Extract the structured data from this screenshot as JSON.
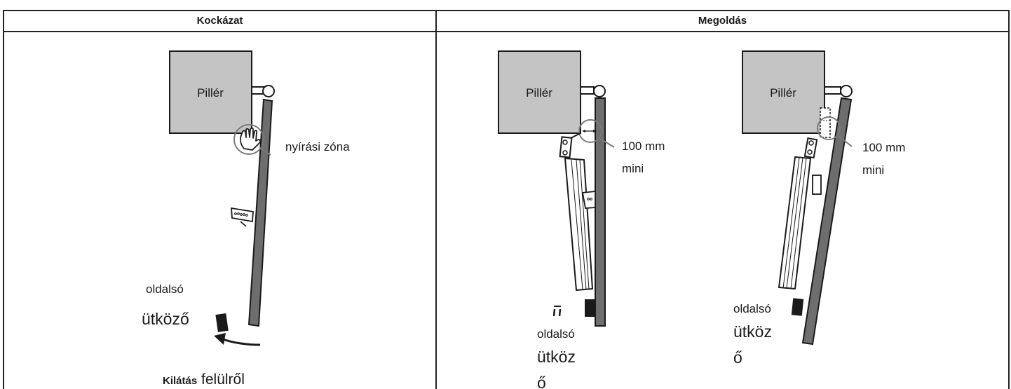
{
  "headers": {
    "risk": "Kockázat",
    "solution": "Megoldás"
  },
  "panel_risk": {
    "pillar_label": "Pillér",
    "shear_zone_label": "nyírási zóna",
    "stop_line1": "oldalsó",
    "stop_line2": "ütköző",
    "view_bold": "Kilátás",
    "view_regular": " felülről"
  },
  "panel_solution_a": {
    "pillar_label": "Pillér",
    "dist_line1": "100 mm",
    "dist_line2": "mini",
    "stop_line1": "oldalsó",
    "stop_line2": "ütköz",
    "stop_line3": "ő"
  },
  "panel_solution_b": {
    "pillar_label": "Pillér",
    "dist_line1": "100 mm",
    "dist_line2": "mini",
    "stop_line1": "oldalsó",
    "stop_line2": "ütköz",
    "stop_line3": "ő"
  },
  "colors": {
    "pillar_fill": "#c4c4c4",
    "gate_fill": "#6e6e6e",
    "outline": "#1a1a1a",
    "callout": "#7a7a7a"
  }
}
